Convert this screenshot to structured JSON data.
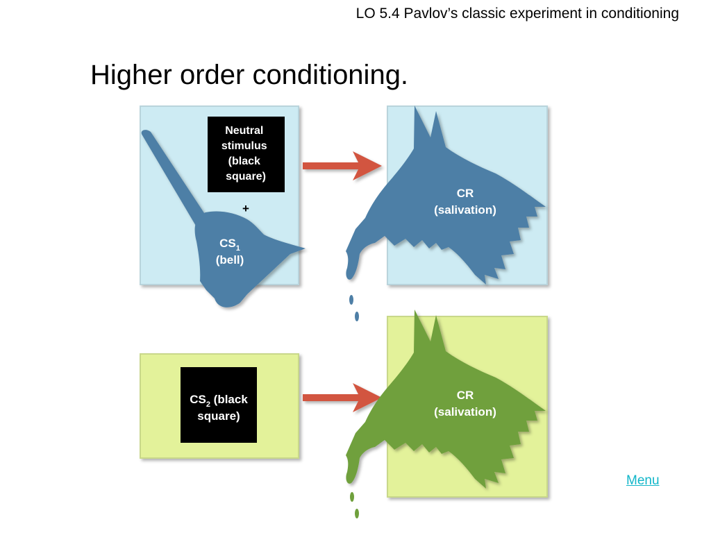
{
  "header": {
    "lo_text": "LO 5.4 Pavlov’s classic experiment in conditioning"
  },
  "slide": {
    "title": "Higher order conditioning."
  },
  "diagram": {
    "top_row": {
      "neutral_stimulus_lines": [
        "Neutral",
        "stimulus",
        "(black",
        "square)"
      ],
      "plus_sign": "+",
      "cs1_main": "CS",
      "cs1_sub": "1",
      "cs1_name": "(bell)",
      "cr_title": "CR",
      "cr_desc": "(salivation)"
    },
    "bottom_row": {
      "cs2_main": "CS",
      "cs2_sub": "2",
      "cs2_rest": " (black",
      "cs2_line2": "square)",
      "cr_title": "CR",
      "cr_desc": "(salivation)"
    },
    "colors": {
      "blue_panel": "#cdebf3",
      "blue_shape": "#4e7fa6",
      "green_panel": "#e3f29a",
      "green_shape": "#6fa03c",
      "arrow": "#d2553f",
      "black_square": "#000000"
    }
  },
  "nav": {
    "menu_label": "Menu"
  }
}
